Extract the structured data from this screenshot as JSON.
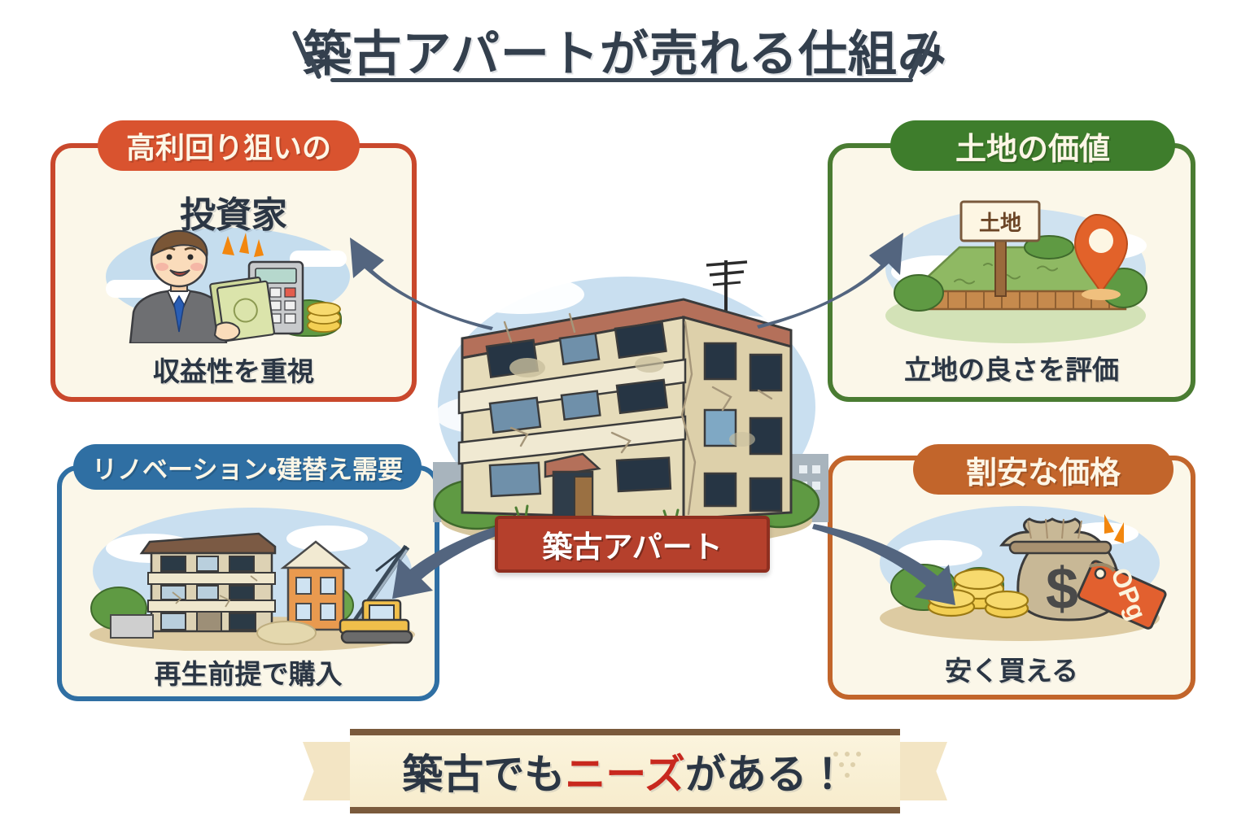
{
  "title": {
    "text": "築古アパートが売れる仕組み"
  },
  "center": {
    "label": "築古アパート",
    "illustration": "old-apartment-building-icon"
  },
  "cards": [
    {
      "id": "investor",
      "badge": "高利回り狙いの",
      "heading": "投資家",
      "caption": "収益性を重視",
      "accent_color": "#c9482c",
      "badge_color": "#d9532f",
      "illustration": "businessman-with-calculator-and-cash-icon"
    },
    {
      "id": "land-value",
      "badge": "土地の価値",
      "heading": "",
      "caption": "立地の良さを評価",
      "accent_color": "#4a7c32",
      "badge_color": "#3e7d2c",
      "illustration": "land-plot-with-sign-and-map-pin-icon",
      "sign_text": "土地"
    },
    {
      "id": "renovation-rebuild",
      "badge": "リノベーション・建替え需要",
      "heading": "",
      "caption": "再生前提で購入",
      "accent_color": "#2f6fa3",
      "badge_color": "#2f6fa3",
      "illustration": "old-building-with-crane-excavator-icon"
    },
    {
      "id": "low-price",
      "badge": "割安な価格",
      "heading": "",
      "caption": "安く買える",
      "accent_color": "#c2652b",
      "badge_color": "#c2652b",
      "illustration": "money-bag-with-coins-and-price-tag-icon",
      "tag_text": "OPg",
      "bag_symbol": "$"
    }
  ],
  "arrows": [
    {
      "id": "arrow-to-investor",
      "direction": "up-left",
      "color": "#53657f"
    },
    {
      "id": "arrow-to-land-value",
      "direction": "up-right",
      "color": "#53657f"
    },
    {
      "id": "arrow-to-renovation",
      "direction": "down-left",
      "color": "#53657f"
    },
    {
      "id": "arrow-to-low-price",
      "direction": "down-right",
      "color": "#53657f"
    }
  ],
  "banner": {
    "text_before": "築古でも",
    "text_accent": "ニーズ",
    "text_after": "がある！",
    "accent_color": "#c8281e",
    "base_color": "#2b3644"
  },
  "colors": {
    "page_bg": "#ffffff",
    "card_bg": "#fbf7e9",
    "title": "#333f4d",
    "arrow": "#53657f",
    "center_label_bg": "#b5402c"
  }
}
